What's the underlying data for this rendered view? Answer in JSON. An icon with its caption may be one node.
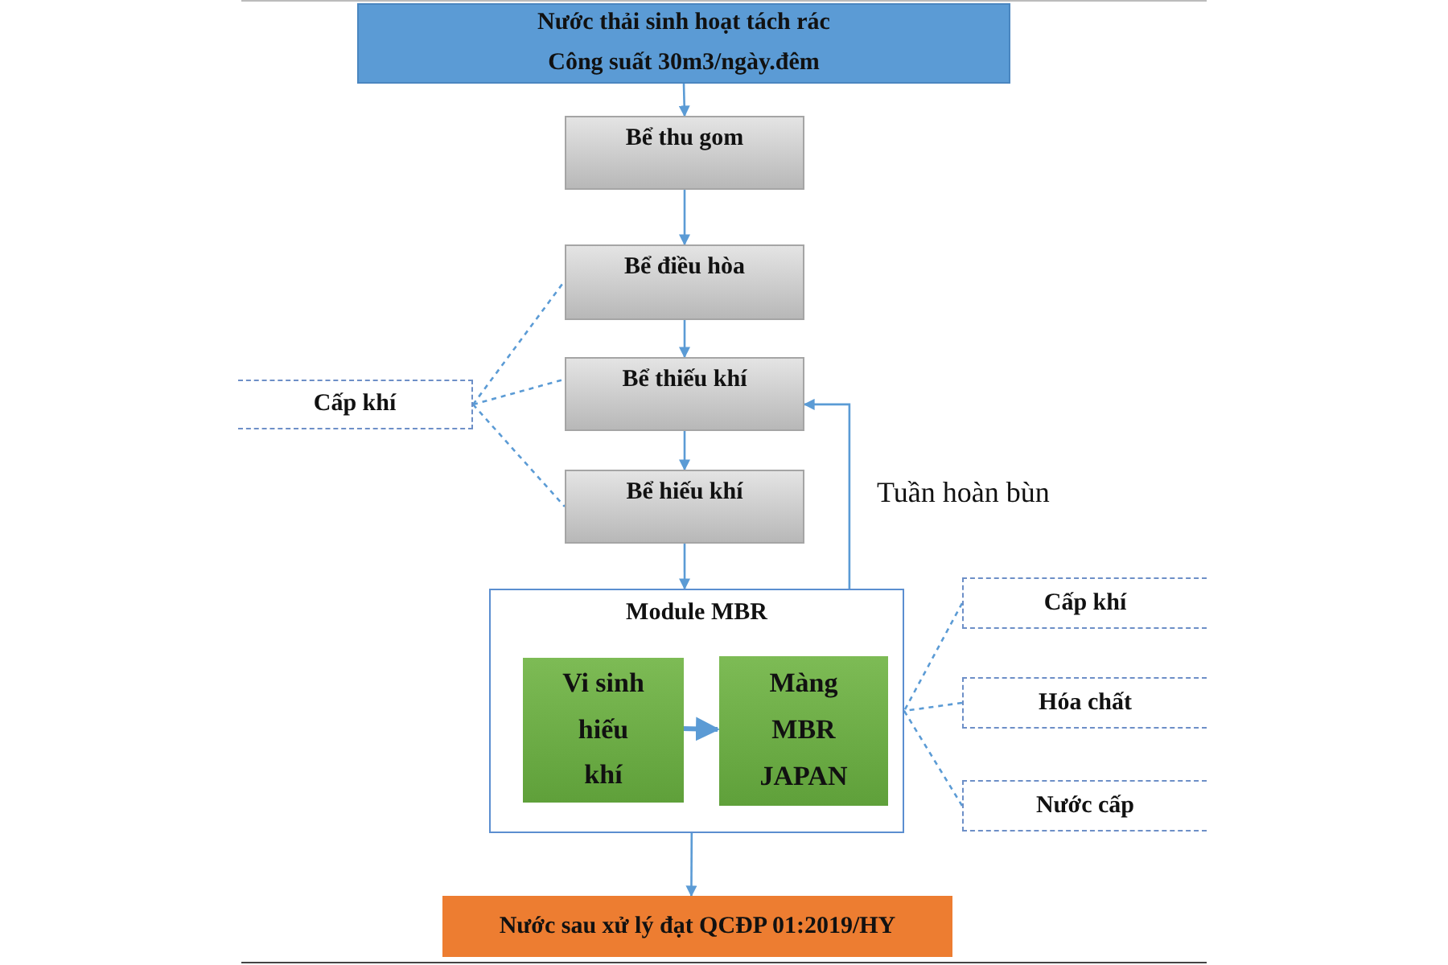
{
  "diagram": {
    "nodes": [
      {
        "text": [
          "Nước thải sinh hoạt tách rác",
          "Công suất 30m3/ngày.đêm"
        ]
      },
      {
        "text": [
          "Bể thu gom"
        ]
      },
      {
        "text": [
          "Bể điều hòa"
        ]
      },
      {
        "text": [
          "Bể thiếu khí"
        ]
      },
      {
        "text": [
          "Bể hiếu khí"
        ]
      },
      {
        "text": [
          "Cấp khí"
        ]
      },
      {
        "text": [
          "Module MBR"
        ]
      },
      {
        "text": [
          "Vi sinh hiếu khí"
        ],
        "in": 6
      },
      {
        "text": [
          "Màng MBR JAPAN"
        ],
        "in": 6
      },
      {
        "text": [
          "Cấp khí"
        ]
      },
      {
        "text": [
          "Hóa chất"
        ]
      },
      {
        "text": [
          "Nước cấp"
        ]
      },
      {
        "text": [
          "Nước sau xử lý đạt QCĐP 01:2019/HY"
        ]
      }
    ],
    "edges": [
      {
        "from": 0,
        "to": 1,
        "arrow": "to"
      },
      {
        "from": 1,
        "to": 2,
        "arrow": "to"
      },
      {
        "from": 2,
        "to": 3,
        "arrow": "to"
      },
      {
        "from": 3,
        "to": 4,
        "arrow": "to"
      },
      {
        "from": 4,
        "to": 6,
        "arrow": "to"
      },
      {
        "from": 7,
        "to": 8,
        "arrow": "to",
        "style": "thick"
      },
      {
        "from": 6,
        "to": 12,
        "arrow": "to"
      },
      {
        "from": 6,
        "to": 3,
        "arrow": "to",
        "label": "Tuần hoàn bùn"
      },
      {
        "from": 5,
        "to": 2,
        "arrow": "none",
        "style": "dashed"
      },
      {
        "from": 5,
        "to": 3,
        "arrow": "none",
        "style": "dashed"
      },
      {
        "from": 5,
        "to": 4,
        "arrow": "none",
        "style": "dashed"
      },
      {
        "from": 9,
        "to": 6,
        "arrow": "none",
        "style": "dashed"
      },
      {
        "from": 10,
        "to": 6,
        "arrow": "none",
        "style": "dashed"
      },
      {
        "from": 11,
        "to": 6,
        "arrow": "none",
        "style": "dashed"
      }
    ]
  }
}
